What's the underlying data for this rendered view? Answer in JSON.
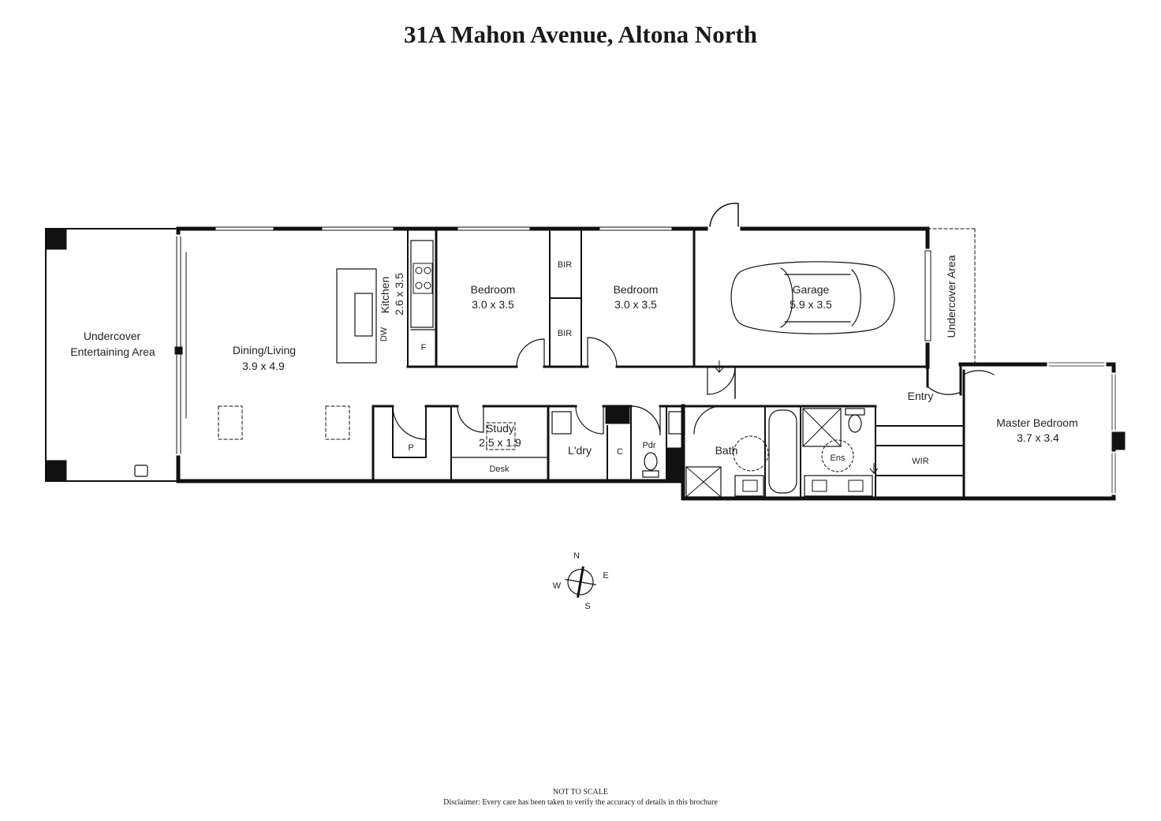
{
  "title": "31A Mahon Avenue, Altona North",
  "rooms": {
    "undercover_entertaining": {
      "line1": "Undercover",
      "line2": "Entertaining Area"
    },
    "dining_living": {
      "name": "Dining/Living",
      "size": "3.9 x 4.9"
    },
    "kitchen": {
      "name": "Kitchen",
      "size": "2.6 x 3.5"
    },
    "bedroom1": {
      "name": "Bedroom",
      "size": "3.0 x 3.5"
    },
    "bedroom2": {
      "name": "Bedroom",
      "size": "3.0 x 3.5"
    },
    "garage": {
      "name": "Garage",
      "size": "5.9 x 3.5"
    },
    "undercover_area": {
      "name": "Undercover Area"
    },
    "entry": {
      "name": "Entry"
    },
    "master_bedroom": {
      "name": "Master Bedroom",
      "size": "3.7 x 3.4"
    },
    "study": {
      "name": "Study",
      "size": "2.5 x 1.9"
    },
    "laundry": {
      "name": "L'dry"
    },
    "bath": {
      "name": "Bath"
    },
    "ensuite": {
      "name": "Ens"
    },
    "wir": {
      "name": "WIR"
    },
    "powder": {
      "name": "Pdr"
    }
  },
  "fixtures": {
    "bir_top": "BIR",
    "bir_bottom": "BIR",
    "dw": "DW",
    "fridge": "F",
    "pantry": "P",
    "desk": "Desk",
    "cupboard": "C"
  },
  "compass": {
    "n": "N",
    "e": "E",
    "s": "S",
    "w": "W"
  },
  "footer": {
    "not_to_scale": "NOT TO SCALE",
    "disclaimer": "Disclaimer: Every care has been taken to verify the accuracy of details in this brochure"
  }
}
